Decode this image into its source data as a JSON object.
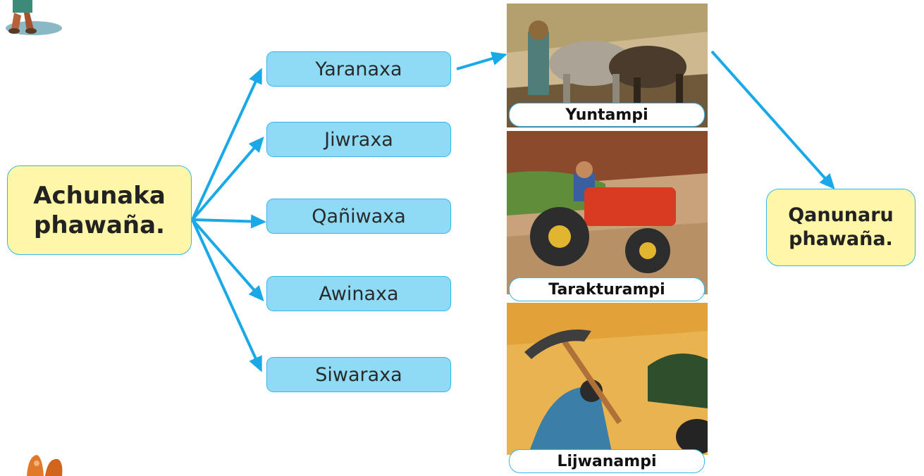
{
  "source": {
    "line1": "Achunaka",
    "line2": "phawaña."
  },
  "steps": [
    {
      "label": "Yaranaxa"
    },
    {
      "label": "Jiwraxa"
    },
    {
      "label": "Qañiwaxa"
    },
    {
      "label": "Awinaxa"
    },
    {
      "label": "Siwaraxa"
    }
  ],
  "tools": [
    {
      "caption": "Yuntampi"
    },
    {
      "caption": "Tarakturampi"
    },
    {
      "caption": "Lijwanampi"
    }
  ],
  "target": {
    "line1": "Qanunaru",
    "line2": "phawaña."
  },
  "colors": {
    "arrow": "#19a9e8",
    "step_fill": "#8fdbf6",
    "box_fill": "#fff6a8",
    "border": "#35b8e8"
  }
}
